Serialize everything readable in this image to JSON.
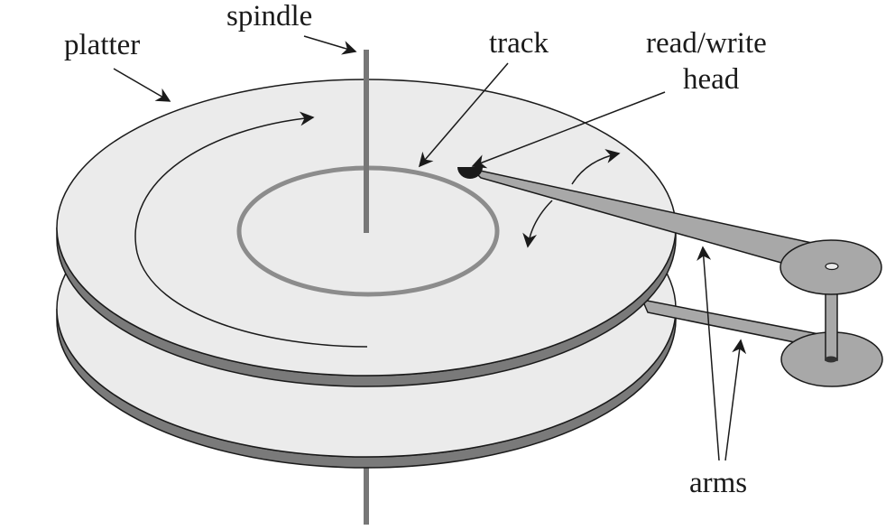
{
  "labels": {
    "platter": "platter",
    "spindle": "spindle",
    "track": "track",
    "read_write_line1": "read/write",
    "read_write_line2": "head",
    "arms": "arms"
  },
  "colors": {
    "platter_fill": "#ebebeb",
    "platter_edge": "#777777",
    "arm_fill": "#a8a8a8",
    "spindle": "#777777",
    "track": "#8c8c8c",
    "ink": "#1a1a1a"
  }
}
